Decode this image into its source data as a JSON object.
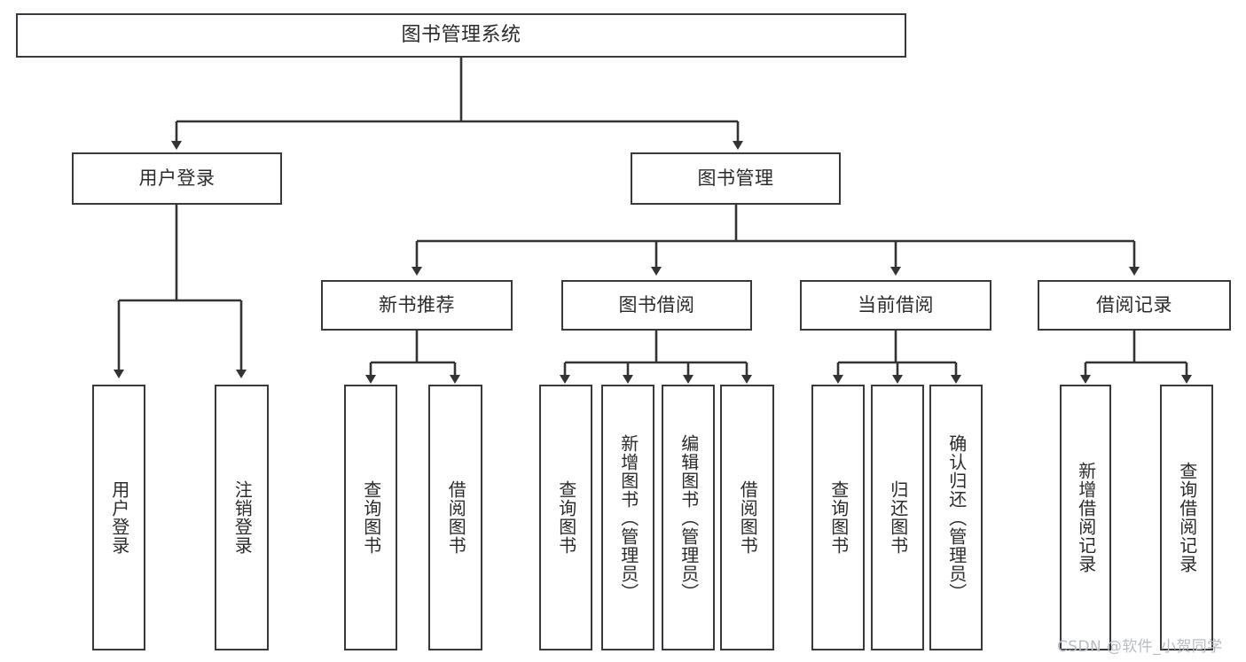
{
  "diagram": {
    "title": "图书管理系统",
    "type": "tree-hierarchy",
    "watermark": "CSDN @软件_小贺同学",
    "colors": {
      "box_border": "#36393d",
      "box_fill": "#ffffff",
      "edge": "#333333",
      "text": "#2b2b2b",
      "watermark": "#b9bcc0",
      "background": "#ffffff"
    },
    "root": {
      "label": "图书管理系统"
    },
    "level2": [
      {
        "label": "用户登录"
      },
      {
        "label": "图书管理"
      }
    ],
    "level3": [
      {
        "label": "新书推荐"
      },
      {
        "label": "图书借阅"
      },
      {
        "label": "当前借阅"
      },
      {
        "label": "借阅记录"
      }
    ],
    "leaves": [
      {
        "label": "用户登录",
        "parent": "用户登录"
      },
      {
        "label": "注销登录",
        "parent": "用户登录"
      },
      {
        "label": "查询图书",
        "parent": "新书推荐"
      },
      {
        "label": "借阅图书",
        "parent": "新书推荐"
      },
      {
        "label": "查询图书",
        "parent": "图书借阅"
      },
      {
        "label": "新增图书（管理员）",
        "parent": "图书借阅"
      },
      {
        "label": "编辑图书（管理员）",
        "parent": "图书借阅"
      },
      {
        "label": "借阅图书",
        "parent": "图书借阅"
      },
      {
        "label": "查询图书",
        "parent": "当前借阅"
      },
      {
        "label": "归还图书",
        "parent": "当前借阅"
      },
      {
        "label": "确认归还（管理员）",
        "parent": "当前借阅"
      },
      {
        "label": "新增借阅记录",
        "parent": "借阅记录"
      },
      {
        "label": "查询借阅记录",
        "parent": "借阅记录"
      }
    ]
  }
}
